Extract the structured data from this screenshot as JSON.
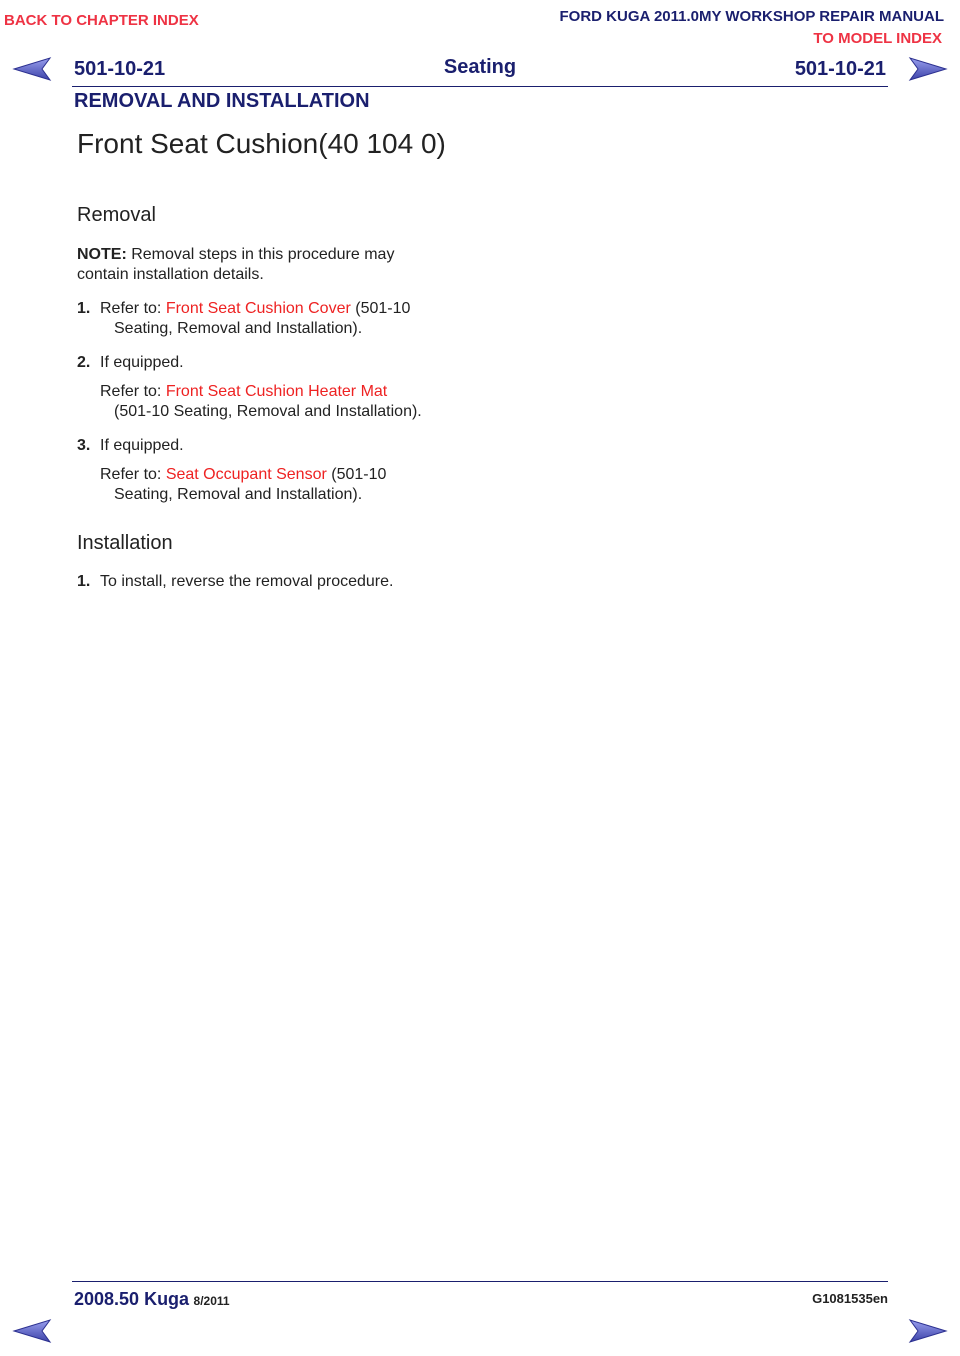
{
  "header": {
    "back_to_chapter": "BACK TO CHAPTER INDEX",
    "manual_title": "FORD KUGA 2011.0MY WORKSHOP REPAIR MANUAL",
    "to_model_index": "TO MODEL INDEX",
    "page_left": "501-10-21",
    "section_name": "Seating",
    "page_right": "501-10-21",
    "category": "REMOVAL AND INSTALLATION"
  },
  "content": {
    "title": "Front Seat Cushion(40 104 0)",
    "removal_heading": "Removal",
    "note_label": "NOTE:",
    "note_text": " Removal steps in this procedure may",
    "note_text2": "contain installation details.",
    "steps": [
      {
        "num": "1.",
        "prefix": "Refer to: ",
        "link": "Front Seat Cushion Cover",
        "suffix": " (501-10",
        "cont": "Seating, Removal and Installation)."
      },
      {
        "num": "2.",
        "text": "If equipped.",
        "prefix": "Refer to: ",
        "link": "Front Seat Cushion Heater Mat",
        "cont": "(501-10 Seating, Removal and Installation)."
      },
      {
        "num": "3.",
        "text": "If equipped.",
        "prefix": "Refer to: ",
        "link": "Seat Occupant Sensor",
        "suffix": " (501-10",
        "cont": "Seating, Removal and Installation)."
      }
    ],
    "installation_heading": "Installation",
    "install_steps": [
      {
        "num": "1.",
        "text": "To install, reverse the removal procedure."
      }
    ]
  },
  "footer": {
    "model": "2008.50 Kuga",
    "date": "8/2011",
    "code": "G1081535en"
  },
  "colors": {
    "navy": "#1a1f6e",
    "link_red": "#ee2222",
    "arrow": "#5a5fc0"
  },
  "icons": [
    "prev-page-arrow-icon",
    "next-page-arrow-icon"
  ]
}
